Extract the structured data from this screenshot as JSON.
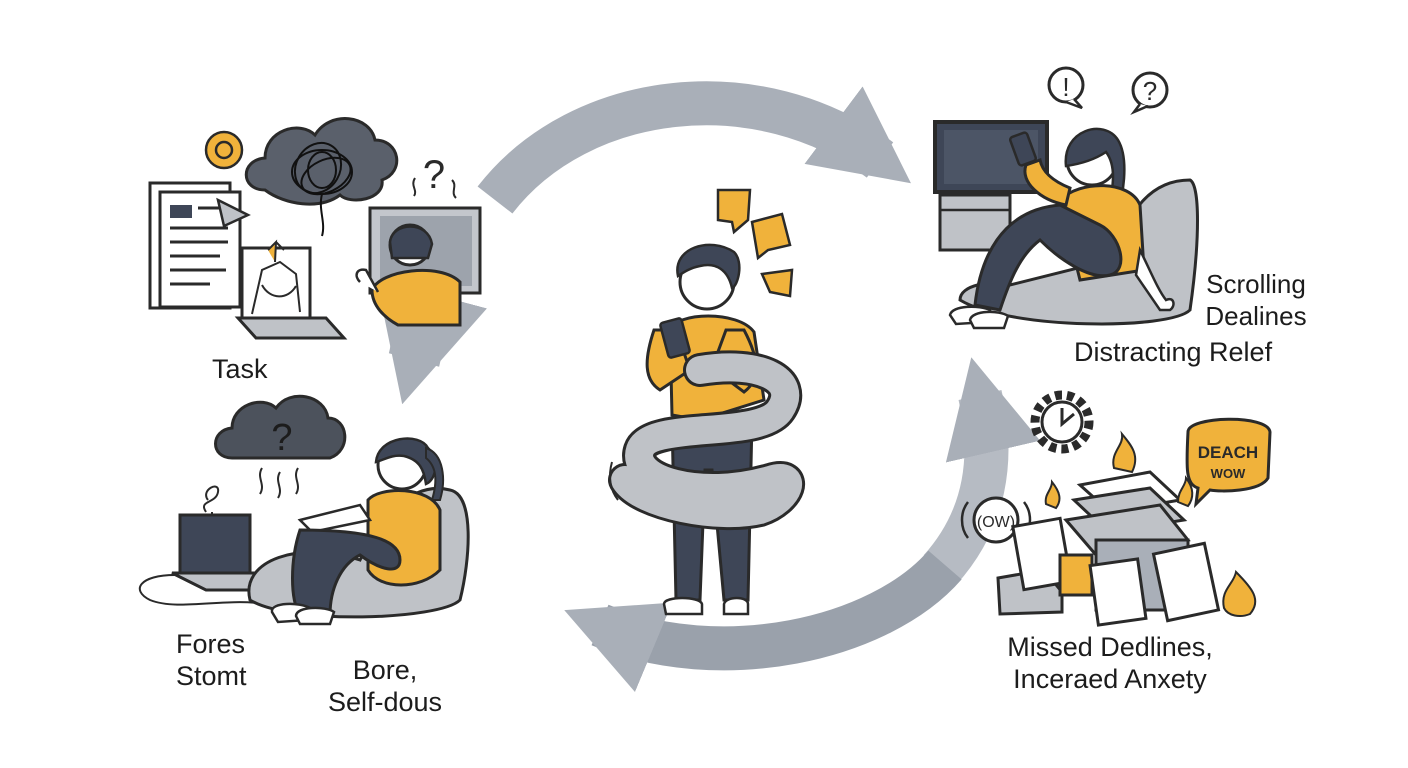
{
  "colors": {
    "accent": "#f0b23b",
    "ink": "#2a2a2a",
    "dark": "#3e4657",
    "grey": "#bfc2c7",
    "arrow": "#a9afb8",
    "cloud": "#4c525c"
  },
  "icons": {
    "question": "?",
    "exclaim": "!",
    "clock_sound": "(OW)"
  },
  "badge": {
    "line1": "DEACH",
    "line2": "WOW"
  },
  "labels": {
    "task": "Task",
    "fores_line1": "Fores",
    "fores_line2": "Stomt",
    "bore_line1": "Bore,",
    "bore_line2": "Self-dous",
    "scrolling_line1": "Scrolling",
    "scrolling_line2": "Dealines",
    "distracting": "Distracting Relef",
    "missed_line1": "Missed Dedlines,",
    "missed_line2": "Inceraed Anxety"
  }
}
